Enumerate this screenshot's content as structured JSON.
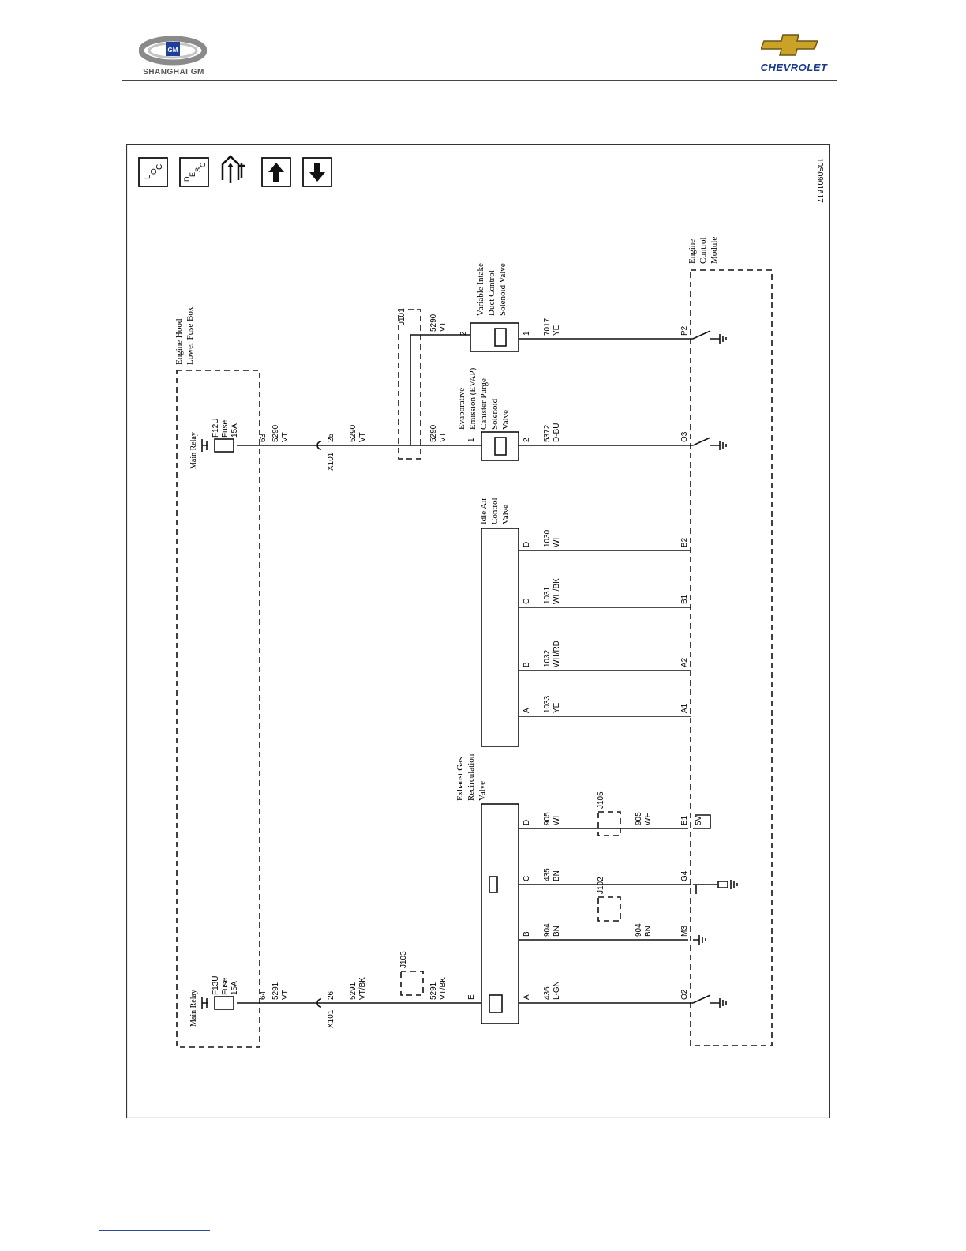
{
  "header": {
    "left_brand": "SHANGHAI GM",
    "left_logo_mark": "GM",
    "right_brand": "CHEVROLET"
  },
  "toolbar": {
    "loc_text": [
      "L",
      "O",
      "C"
    ],
    "desc_text": [
      "D",
      "E",
      "S",
      "C"
    ],
    "icons": [
      "loc-icon",
      "desc-icon",
      "diagnostic-tool-icon",
      "arrow-up-icon",
      "arrow-down-icon"
    ]
  },
  "diagram_id": "10S0901617",
  "modules": {
    "fuse_box": [
      "Engine Hood",
      "Lower Fuse Box"
    ],
    "ecm": [
      "Engine",
      "Control",
      "Module"
    ],
    "evap": [
      "Evaporative",
      "Emission (EVAP)",
      "Canister Purge",
      "Solenoid",
      "Valve"
    ],
    "vicv": [
      "Variable Intake",
      "Duct Control",
      "Solenoid Valve"
    ],
    "iac": [
      "Idle Air",
      "Control",
      "Valve"
    ],
    "egr": [
      "Exhaust Gas",
      "Recirculation",
      "Valve"
    ]
  },
  "relays": {
    "left": {
      "label": "Main Relay",
      "fuse": [
        "F13U",
        "Fuse",
        "15A"
      ],
      "pin": "64"
    },
    "right": {
      "label": "Main Relay",
      "fuse": [
        "F12U",
        "Fuse",
        "15A"
      ],
      "pin": "63"
    }
  },
  "wires": {
    "w5291_vt": [
      "5291",
      "VT"
    ],
    "w5290_vt": [
      "5290",
      "VT"
    ],
    "x101_26": {
      "conn": "X101",
      "pin": "26"
    },
    "x101_25": {
      "conn": "X101",
      "pin": "25"
    },
    "w5291_vtbk_a": [
      "5291",
      "VT/BK"
    ],
    "w5291_vtbk_b": [
      "5291",
      "VT/BK"
    ],
    "w5290_vt_b": [
      "5290",
      "VT"
    ],
    "w5290_vt_c": [
      "5290",
      "VT"
    ],
    "w5290_vt_d": [
      "5290",
      "VT"
    ],
    "w436": [
      "436",
      "L-GN"
    ],
    "w904": [
      "904",
      "BN"
    ],
    "w904b": [
      "904",
      "BN"
    ],
    "w435": [
      "435",
      "BN"
    ],
    "w905": [
      "905",
      "WH"
    ],
    "w905b": [
      "905",
      "WH"
    ],
    "w1033": [
      "1033",
      "YE"
    ],
    "w1032": [
      "1032",
      "WH/RD"
    ],
    "w1031": [
      "1031",
      "WH/BK"
    ],
    "w1030": [
      "1030",
      "WH"
    ],
    "w5372": [
      "5372",
      "D-BU"
    ],
    "w7017": [
      "7017",
      "YE"
    ]
  },
  "splices": {
    "j103": "J103",
    "j102": "J102",
    "j105": "J105",
    "j101": "J101"
  },
  "pins": {
    "egr": {
      "e": "E",
      "a": "A",
      "b": "B",
      "c": "C",
      "d": "D"
    },
    "iac": {
      "a": "A",
      "b": "B",
      "c": "C",
      "d": "D"
    },
    "evap": {
      "p1": "1",
      "p2": "2"
    },
    "vicv": {
      "p2": "2",
      "p1": "1"
    },
    "ecm": {
      "o2": "O2",
      "m3": "M3",
      "g4": "G4",
      "e1": "E1",
      "v5": "5V",
      "a1": "A1",
      "a2": "A2",
      "b1": "B1",
      "b2": "B2",
      "o3": "O3",
      "p2": "P2"
    }
  }
}
